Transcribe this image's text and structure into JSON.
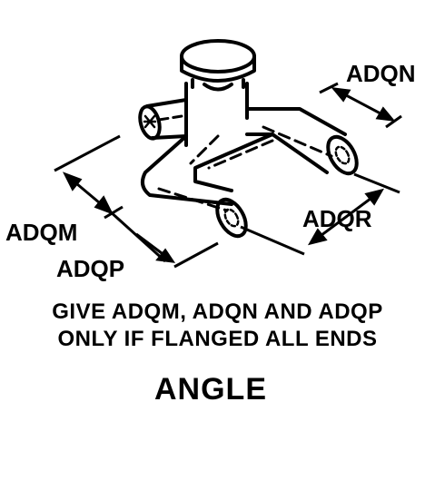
{
  "labels": {
    "adqn": "ADQN",
    "adqm": "ADQM",
    "adqp": "ADQP",
    "adqr": "ADQR"
  },
  "note": {
    "line1": "GIVE ADQM, ADQN AND ADQP",
    "line2": "ONLY IF FLANGED ALL ENDS"
  },
  "caption": "ANGLE"
}
